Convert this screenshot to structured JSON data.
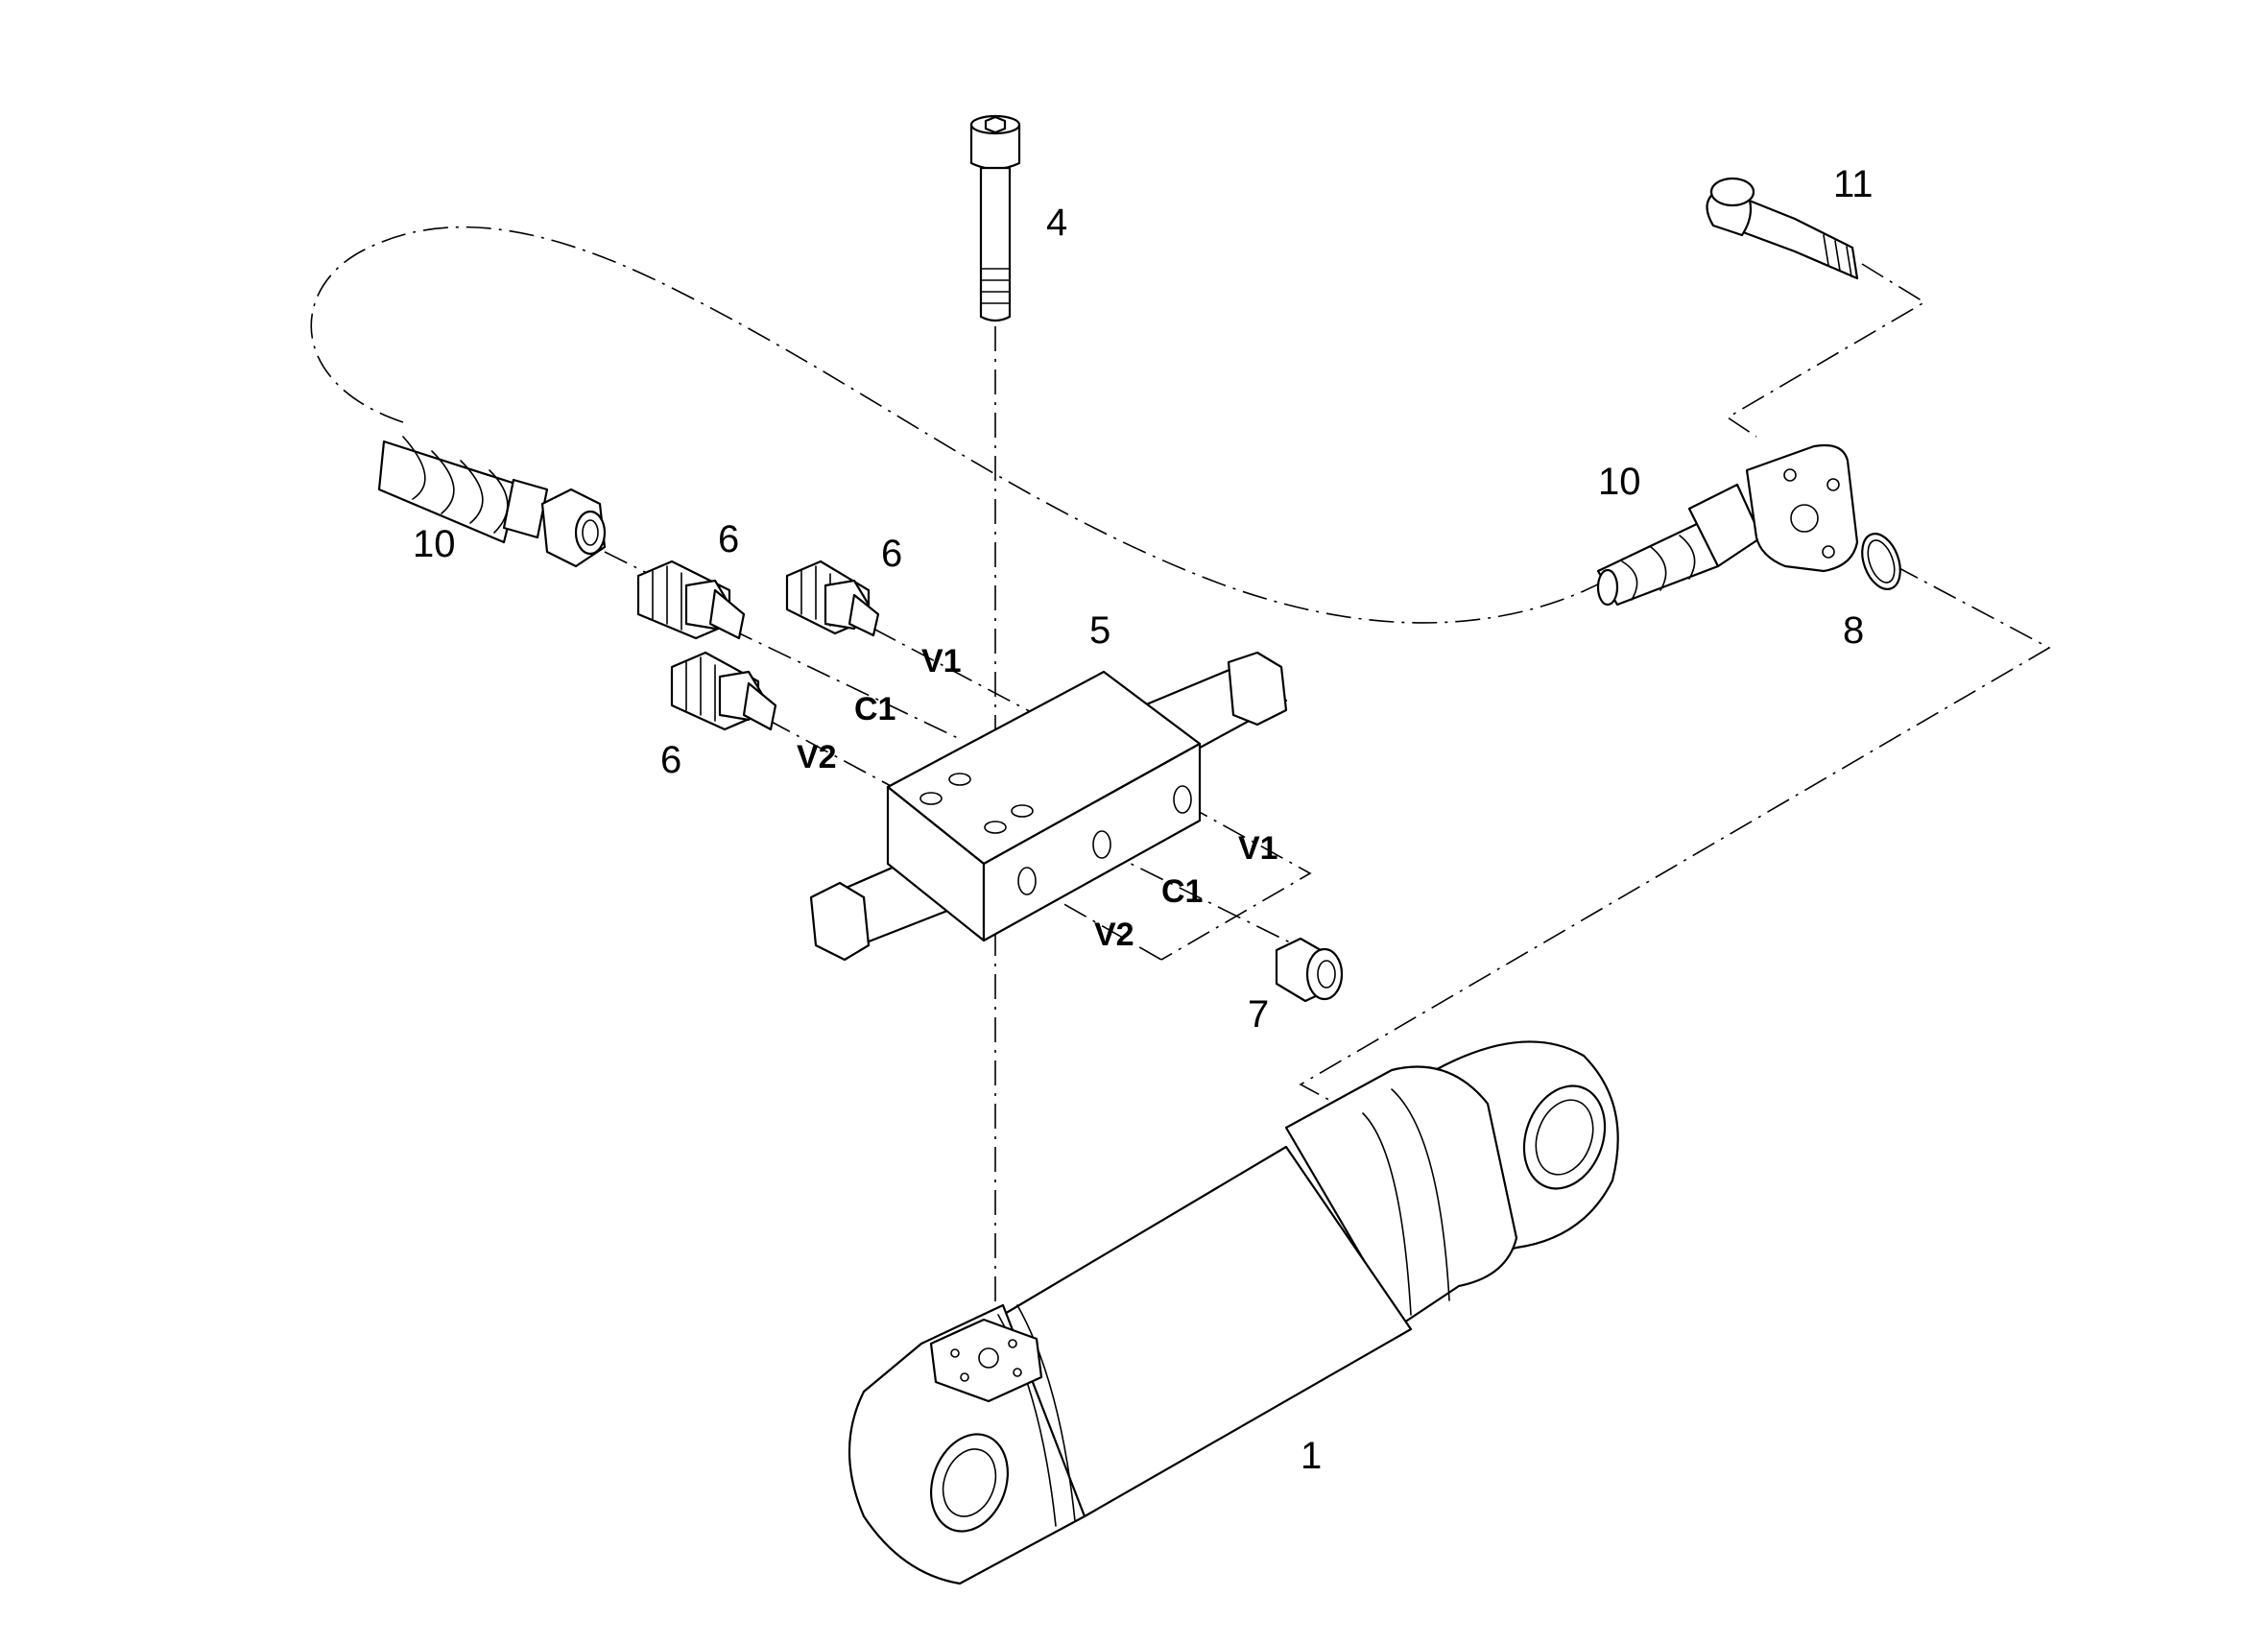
{
  "callouts": {
    "cylinder": "1",
    "bolt": "4",
    "valve_block": "5",
    "fitting_top_left": "6",
    "fitting_top_right": "6",
    "fitting_bottom": "6",
    "plug": "7",
    "o_ring": "8",
    "hose_left_end": "10",
    "hose_right_end": "10",
    "flange_bolt": "11"
  },
  "port_labels": {
    "v1_top": "V1",
    "c1_top": "C1",
    "v2_top": "V2",
    "v1_side": "V1",
    "c1_side": "C1",
    "v2_side": "V2"
  }
}
